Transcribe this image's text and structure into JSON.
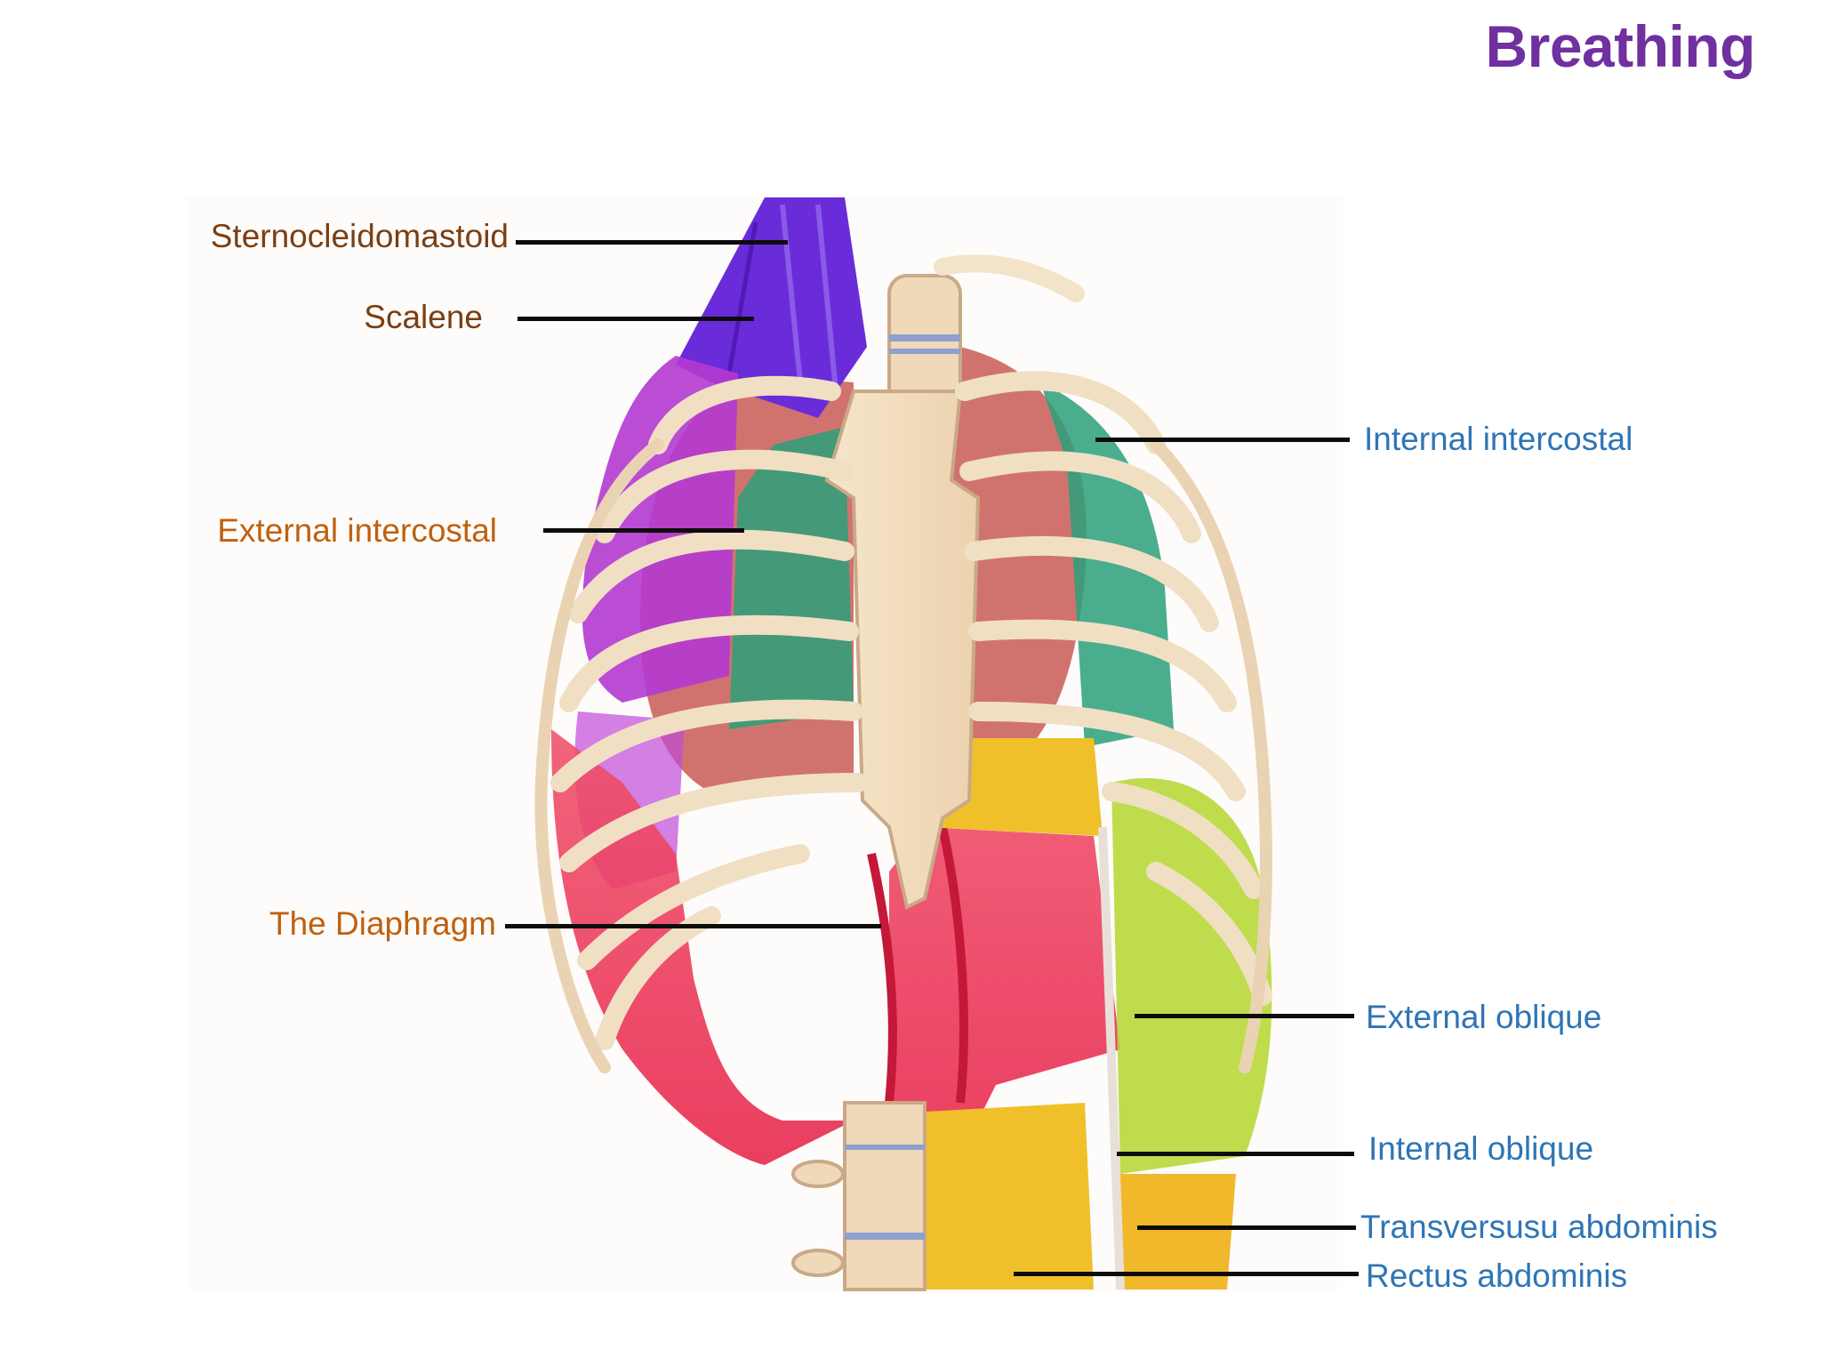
{
  "title": "Breathing",
  "colors": {
    "title": "#7030a0",
    "label_dark_brown": "#7b3f12",
    "label_orange": "#c0600e",
    "label_blue": "#2e75b6",
    "bone": "#f3e3c8",
    "lung": "#c85a55",
    "sternocleidomastoid_scalene": "#6a2bd8",
    "external_intercostal": "#b43ad0",
    "internal_intercostal": "#2aa07a",
    "diaphragm": "#e8244a",
    "abdominals": "#f0c02a",
    "external_oblique": "#b8d83a",
    "leader_line": "#0c0c0c"
  },
  "labels": {
    "sternocleidomastoid": "Sternocleidomastoid",
    "scalene": "Scalene",
    "external_intercostal": "External intercostal",
    "diaphragm": "The Diaphragm",
    "internal_intercostal": "Internal intercostal",
    "external_oblique": "External oblique",
    "internal_oblique": "Internal oblique",
    "transversus_abdominis": "Transversusu abdominis",
    "rectus_abdominis": "Rectus abdominis"
  }
}
